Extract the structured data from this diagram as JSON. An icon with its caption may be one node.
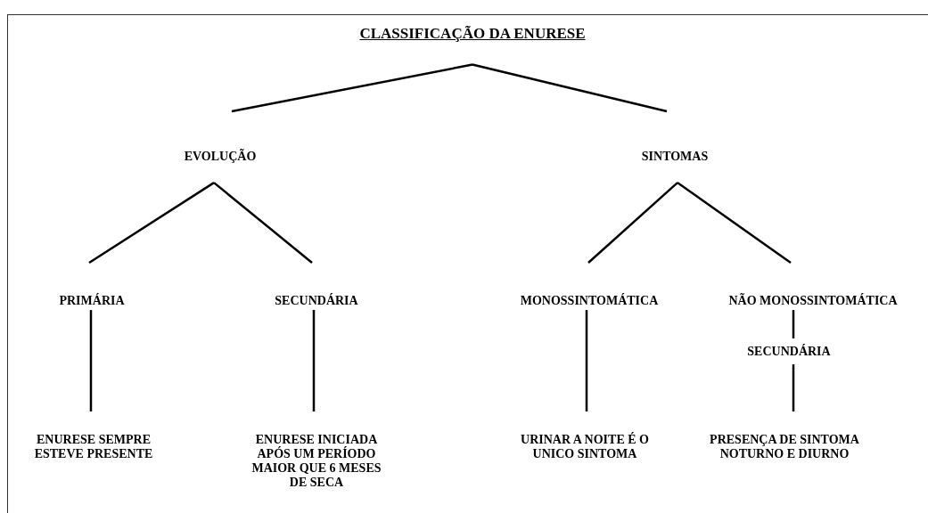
{
  "diagram": {
    "nodes": [
      {
        "text": [
          "CLASSIFICAÇÃO DA ENURESE"
        ]
      },
      {
        "text": [
          "EVOLUÇÃO"
        ]
      },
      {
        "text": [
          "SINTOMAS"
        ]
      },
      {
        "text": [
          "PRIMÁRIA"
        ]
      },
      {
        "text": [
          "SECUNDÁRIA"
        ]
      },
      {
        "text": [
          "MONOSSINTOMÁTICA"
        ]
      },
      {
        "text": [
          "NÃO MONOSSINTOMÁTICA"
        ]
      },
      {
        "text": [
          "SECUNDÁRIA"
        ]
      },
      {
        "text": [
          "ENURESE SEMPRE ESTEVE PRESENTE"
        ]
      },
      {
        "text": [
          "ENURESE INICIADA APÓS UM PERÍODO MAIOR QUE 6 MESES DE SECA"
        ]
      },
      {
        "text": [
          "URINAR A NOITE É O UNICO SINTOMA"
        ]
      },
      {
        "text": [
          "PRESENÇA DE SINTOMA NOTURNO E DIURNO"
        ]
      }
    ],
    "edges": [
      {
        "from": 0,
        "to": 1,
        "arrow": "none"
      },
      {
        "from": 0,
        "to": 2,
        "arrow": "none"
      },
      {
        "from": 1,
        "to": 3,
        "arrow": "none"
      },
      {
        "from": 1,
        "to": 4,
        "arrow": "none"
      },
      {
        "from": 2,
        "to": 5,
        "arrow": "none"
      },
      {
        "from": 2,
        "to": 6,
        "arrow": "none"
      },
      {
        "from": 3,
        "to": 8,
        "arrow": "none"
      },
      {
        "from": 4,
        "to": 9,
        "arrow": "none"
      },
      {
        "from": 5,
        "to": 10,
        "arrow": "none"
      },
      {
        "from": 6,
        "to": 7,
        "arrow": "none"
      },
      {
        "from": 7,
        "to": 11,
        "arrow": "none"
      }
    ]
  }
}
